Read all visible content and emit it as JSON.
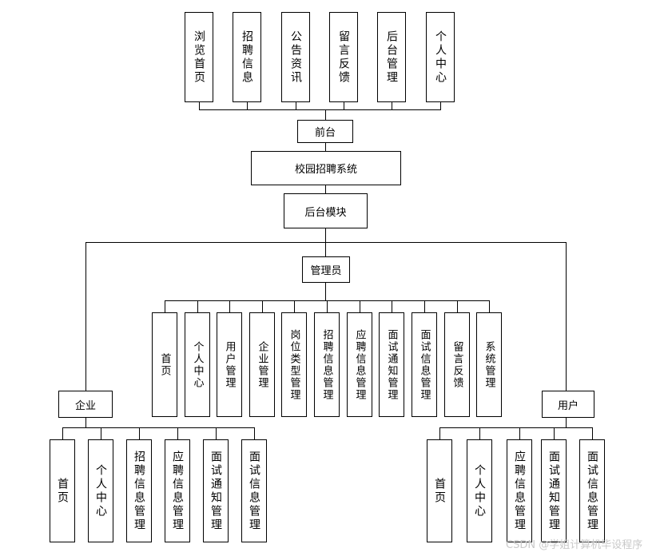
{
  "system": "校园招聘系统",
  "frontend": {
    "label": "前台",
    "items": [
      "浏览首页",
      "招聘信息",
      "公告资讯",
      "留言反馈",
      "后台管理",
      "个人中心"
    ]
  },
  "backend": {
    "label": "后台模块",
    "admin": {
      "label": "管理员",
      "items": [
        "首页",
        "个人中心",
        "用户管理",
        "企业管理",
        "岗位类型管理",
        "招聘信息管理",
        "应聘信息管理",
        "面试通知管理",
        "面试信息管理",
        "留言反馈",
        "系统管理"
      ]
    },
    "company": {
      "label": "企业",
      "items": [
        "首页",
        "个人中心",
        "招聘信息管理",
        "应聘信息管理",
        "面试通知管理",
        "面试信息管理"
      ]
    },
    "user": {
      "label": "用户",
      "items": [
        "首页",
        "个人中心",
        "应聘信息管理",
        "面试通知管理",
        "面试信息管理"
      ]
    }
  },
  "watermark": "CSDN @学姐计算机毕设程序"
}
